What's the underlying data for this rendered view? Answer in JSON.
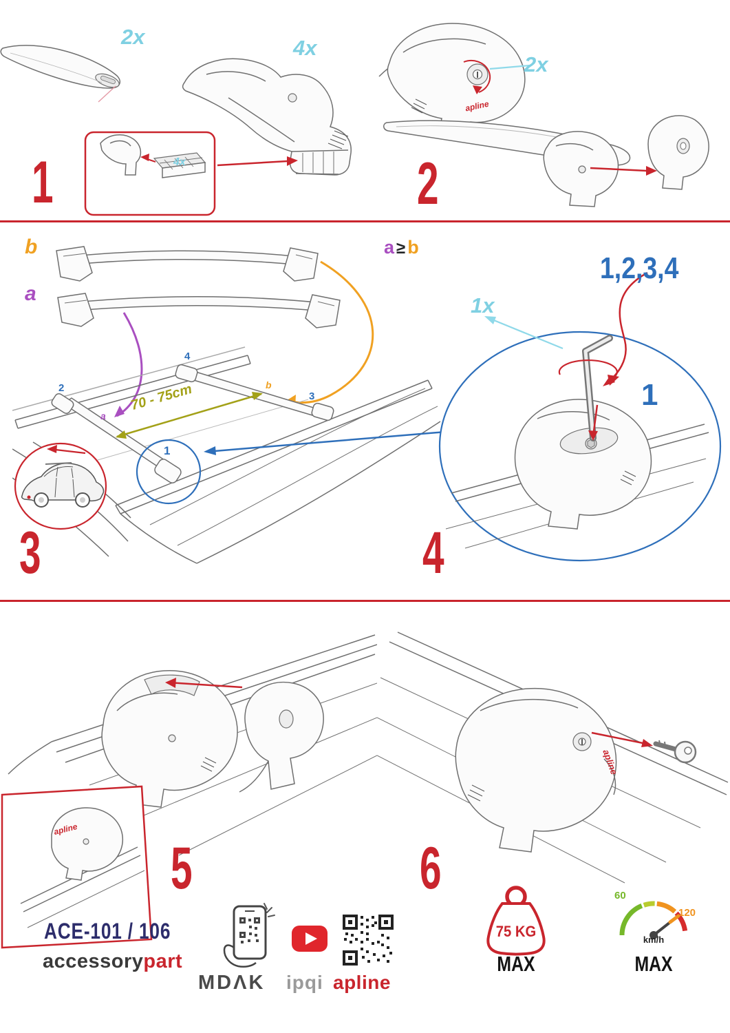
{
  "colors": {
    "accent_red": "#c9252d",
    "qty_cyan": "#7fd0e2",
    "label_purple": "#a94fc0",
    "label_orange": "#f0a122",
    "label_blue": "#2e6fba",
    "distance_olive": "#a3a118",
    "model_navy": "#2d2d6b",
    "speed_green": "#76b82a",
    "speed_orange": "#f0931f"
  },
  "steps": {
    "step1": {
      "number": "1",
      "bar_qty": "2x",
      "foot_qty": "4x",
      "pad_qty": "4x"
    },
    "step2": {
      "number": "2",
      "lock_qty": "2x"
    },
    "step3": {
      "number": "3",
      "bar_a_label": "a",
      "bar_b_label": "b",
      "distance": "70 - 75cm",
      "pos1": "1",
      "pos2": "2",
      "pos3": "3",
      "pos4": "4",
      "mark_a": "a",
      "mark_b": "b"
    },
    "step4": {
      "number": "4",
      "rule_a": "a",
      "rule_sign": "≥",
      "rule_b": "b",
      "tighten_order": "1,2,3,4",
      "tool_qty": "1x",
      "first_pos": "1"
    },
    "step5": {
      "number": "5"
    },
    "step6": {
      "number": "6"
    }
  },
  "branding": {
    "logo": "apline"
  },
  "footer": {
    "model": "ACE-101 / 106",
    "brand_gray": "accessory",
    "brand_red": "part",
    "partner_mdak": "MDΛK",
    "partner_ipqi": "ipqi",
    "partner_apline": "apline",
    "weight_value": "75 KG",
    "weight_max": "MAX",
    "speed_low": "60",
    "speed_high": "120",
    "speed_unit": "km/h",
    "speed_max": "MAX"
  }
}
